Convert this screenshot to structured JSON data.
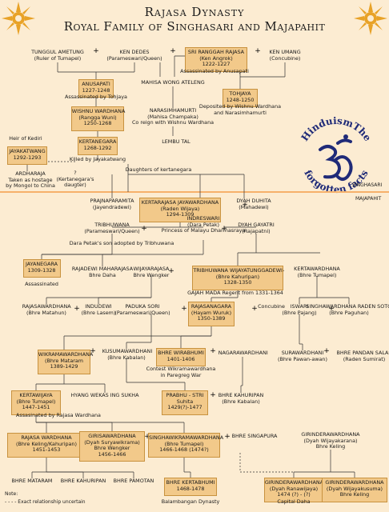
{
  "title": {
    "line1": "Rajasa Dynasty",
    "line2": "Royal Family of  Singhasari and Majapahit"
  },
  "regions": {
    "singhasari": "SINGHASARI",
    "majapahit": "MAJAPAHIT"
  },
  "logo": {
    "text_top": "HinduismThe",
    "text_bottom": "forgotten facts"
  },
  "note": {
    "label": "Note:",
    "dashed": "Exact relationship uncertain"
  },
  "colors": {
    "background": "#fcecd2",
    "box_fill": "#f2c98a",
    "box_border": "#c8923f",
    "separator": "#f6b16b",
    "sun": "#e8a227",
    "logo": "#1f2a78"
  },
  "people": [
    {
      "id": "tungg",
      "lines": [
        "TUNGGUL AMETUNG",
        "(Ruler of Tumapel)"
      ],
      "box": false
    },
    {
      "id": "dedes",
      "lines": [
        "KEN DEDES",
        "(Parameswari/Queen)"
      ],
      "box": false
    },
    {
      "id": "angrok",
      "lines": [
        "SRI RANGGAH RAJASA",
        "(Ken Angrok)",
        "1222-1227"
      ],
      "box": true
    },
    {
      "id": "umang",
      "lines": [
        "KEN UMANG",
        "(Concubine)"
      ],
      "box": false
    },
    {
      "id": "angrok_note",
      "lines": [
        "Assassinated by Anusapati"
      ],
      "box": false
    },
    {
      "id": "anusapati",
      "lines": [
        "ANUSAPATI",
        "1227-1248"
      ],
      "box": true
    },
    {
      "id": "tohjaya_note1",
      "lines": [
        "Assassinated  by Tohjaya"
      ],
      "box": false
    },
    {
      "id": "mahisa",
      "lines": [
        "MAHISA WONG ATELENG"
      ],
      "box": false
    },
    {
      "id": "tohjaya",
      "lines": [
        "TOHJAYA",
        "1248-1250"
      ],
      "box": true
    },
    {
      "id": "tohjaya_note2",
      "lines": [
        "Deposited by Wishnu Wardhana",
        "and Narasimhamurti"
      ],
      "box": false
    },
    {
      "id": "wishnu",
      "lines": [
        "WISHNU WARDHANA",
        "(Rangga Wuni)",
        "1250-1268"
      ],
      "box": true
    },
    {
      "id": "narasimha",
      "lines": [
        "NARASIMHAMURTI",
        "(Mahisa Champaka)",
        "Co reign  with Wishnu Wardhana"
      ],
      "box": false
    },
    {
      "id": "kertanegara",
      "lines": [
        "KERTANEGARA",
        "1268-1292"
      ],
      "box": true
    },
    {
      "id": "kertanegara_note",
      "lines": [
        "Killed by Jayakatwang"
      ],
      "box": false
    },
    {
      "id": "lembu",
      "lines": [
        "LEMBU TAL"
      ],
      "box": false
    },
    {
      "id": "heir",
      "lines": [
        "Heir of Kediri"
      ],
      "box": false
    },
    {
      "id": "jayakatwang",
      "lines": [
        "JAYAKATWANG",
        "1292-1293"
      ],
      "box": true
    },
    {
      "id": "ardharaja",
      "lines": [
        "ARDHARAJA",
        "Taken as hostage",
        "by Mongol to China"
      ],
      "box": false
    },
    {
      "id": "kertanegara_dau",
      "lines": [
        "?",
        "(Kertanegara's",
        "daugter)"
      ],
      "box": false
    },
    {
      "id": "daughters",
      "lines": [
        "Daughters of kertanegara"
      ],
      "box": false
    },
    {
      "id": "prajna",
      "lines": [
        "PRAJNAPARAMITA",
        "(Jayendradewi)"
      ],
      "box": false
    },
    {
      "id": "wijaya",
      "lines": [
        "KERTARAJASA JAYAWARDHANA",
        "(Raden Wijaya)",
        "1294-1309"
      ],
      "box": true
    },
    {
      "id": "duhita",
      "lines": [
        "DYAH DUHITA",
        "(Mahadewi)"
      ],
      "box": false
    },
    {
      "id": "tribhuwana_top",
      "lines": [
        "TRIBHUWANA",
        "(Parameswari/Queen)"
      ],
      "box": false
    },
    {
      "id": "indreswari",
      "lines": [
        "INDRESWARI",
        "(Dara Petak)",
        "Princess of Malayu Dharmasraya"
      ],
      "box": false
    },
    {
      "id": "gayatri",
      "lines": [
        "DYAH GAYATRI",
        "(Rajapatni)"
      ],
      "box": false
    },
    {
      "id": "darapetak_note",
      "lines": [
        "Dara Petak's son adopted by Tribhuwana"
      ],
      "box": false
    },
    {
      "id": "jayanegara",
      "lines": [
        "JAYANEGARA",
        "1309-1328"
      ],
      "box": true
    },
    {
      "id": "jayanegara_note",
      "lines": [
        "Assassinated"
      ],
      "box": false
    },
    {
      "id": "rajadewi",
      "lines": [
        "RAJADEWI MAHARAJASA",
        "Bhre Daha"
      ],
      "box": false
    },
    {
      "id": "wijayarajasa",
      "lines": [
        "WIJAYARAJASA",
        "Bhre Wengker"
      ],
      "box": false
    },
    {
      "id": "tribhuwana",
      "lines": [
        "TRIBHUWANA WIJAYATUNGGADEWI",
        "(Bhre Kahuripan)",
        "1328-1350"
      ],
      "box": true
    },
    {
      "id": "kertawardhana",
      "lines": [
        "KERTAWARDHANA",
        "(Bhre Tumapel)"
      ],
      "box": false
    },
    {
      "id": "gajah",
      "lines": [
        "GAJAH MADA Regent from 1331-1364"
      ],
      "box": false
    },
    {
      "id": "rajasawardhana",
      "lines": [
        "RAJASAWARDHANA",
        "(Bhre Matahun)"
      ],
      "box": false
    },
    {
      "id": "indudewi",
      "lines": [
        "INDUDEWI",
        "(Bhre Lasem)"
      ],
      "box": false
    },
    {
      "id": "paduka",
      "lines": [
        "PADUKA SORI",
        "(Parameswari/Queen)"
      ],
      "box": false
    },
    {
      "id": "rajasanagara",
      "lines": [
        "RAJASANAGARA",
        "(Hayam Wuruk)",
        "1350-1389"
      ],
      "box": true
    },
    {
      "id": "concubine",
      "lines": [
        "Concubine"
      ],
      "box": false
    },
    {
      "id": "iswari",
      "lines": [
        "ISWARI",
        "(Bhre Pajang)"
      ],
      "box": false
    },
    {
      "id": "singhawardhana",
      "lines": [
        "SINGHAWARDHANA RADEN SOTOR",
        "(Bhre Paguhan)"
      ],
      "box": false
    },
    {
      "id": "wikramawardhana",
      "lines": [
        "WIKRAMAWARDHANA",
        "(Bhre Mataram",
        "1389-1429"
      ],
      "box": true
    },
    {
      "id": "kusumawardhani",
      "lines": [
        "KUSUMAWARDHANI",
        "(Bhre Kabalan)"
      ],
      "box": false
    },
    {
      "id": "wirabhumi",
      "lines": [
        "BHRE WIRABHUMI",
        "1401-1406"
      ],
      "box": true
    },
    {
      "id": "nagarawardhani",
      "lines": [
        "NAGARAWARDHANI"
      ],
      "box": false
    },
    {
      "id": "wirabhumi_note",
      "lines": [
        "Contest Wikramawardhana",
        "in Paregreg War"
      ],
      "box": false
    },
    {
      "id": "surawardhani",
      "lines": [
        "SURAWARDHANI",
        "(Bhre Pawan-awan)"
      ],
      "box": false
    },
    {
      "id": "pandansalas",
      "lines": [
        "BHRE PANDAN SALAS",
        "(Raden Sumirat)"
      ],
      "box": false
    },
    {
      "id": "kertawijaya",
      "lines": [
        "KERTAWIJAYA",
        "(Bhre Tumapel)",
        "1447-1451"
      ],
      "box": true
    },
    {
      "id": "hyang",
      "lines": [
        "HYANG WEKAS ING SUKHA"
      ],
      "box": false
    },
    {
      "id": "suhita",
      "lines": [
        "PRABHU - STRI",
        "Suhita",
        "1429(?)-1477"
      ],
      "box": true
    },
    {
      "id": "bhre_kahuripan",
      "lines": [
        "BHRE KAHURIPAN",
        "(Bhre Kabalan)"
      ],
      "box": false
    },
    {
      "id": "kertawijaya_note",
      "lines": [
        "Assasinated by Rajasa Wardhana"
      ],
      "box": false
    },
    {
      "id": "rajasawardhana2",
      "lines": [
        "RAJASA WARDHANA",
        "(Bhre Keling/Kahuripan)",
        "1451-1453"
      ],
      "box": true
    },
    {
      "id": "girisawardhana",
      "lines": [
        "GIRISAWARDHANA",
        "(Dyah Suryawikrama)",
        "Bhre Wengker",
        "1456-1466"
      ],
      "box": true
    },
    {
      "id": "singhawikrama",
      "lines": [
        "SINGHAWIKRAMAWARDHANA",
        "(Bhre Tumapel)",
        "1466-1468 (1474?)"
      ],
      "box": true
    },
    {
      "id": "singapura",
      "lines": [
        "BHRE SINGAPURA"
      ],
      "box": false
    },
    {
      "id": "girindera",
      "lines": [
        "GIRINDERAWARDHANA",
        "(Dyah Wijayakarana)",
        "Bhre Keling"
      ],
      "box": false
    },
    {
      "id": "mataram",
      "lines": [
        "BHRE MATARAM"
      ],
      "box": false
    },
    {
      "id": "kahuripan2",
      "lines": [
        "BHRE KAHURIPAN"
      ],
      "box": false
    },
    {
      "id": "pamotan",
      "lines": [
        "BHRE PAMOTAN"
      ],
      "box": false
    },
    {
      "id": "kertabhumi",
      "lines": [
        "BHRE KERTABHUMI",
        "1468-1478"
      ],
      "box": true
    },
    {
      "id": "balambangan",
      "lines": [
        "Balambangan Dynasty"
      ],
      "box": false
    },
    {
      "id": "girindera1",
      "lines": [
        "GIRINDERAWARDHANA",
        "(Dyah Ranawijaya)",
        "1474 (?) - (?)"
      ],
      "box": true
    },
    {
      "id": "capital",
      "lines": [
        "Capital Daha"
      ],
      "box": false
    },
    {
      "id": "girindera2",
      "lines": [
        "GIRINDERAWARDHANA",
        "(Dyah Wijayakusuma)",
        "Bhre Keling"
      ],
      "box": true
    }
  ]
}
